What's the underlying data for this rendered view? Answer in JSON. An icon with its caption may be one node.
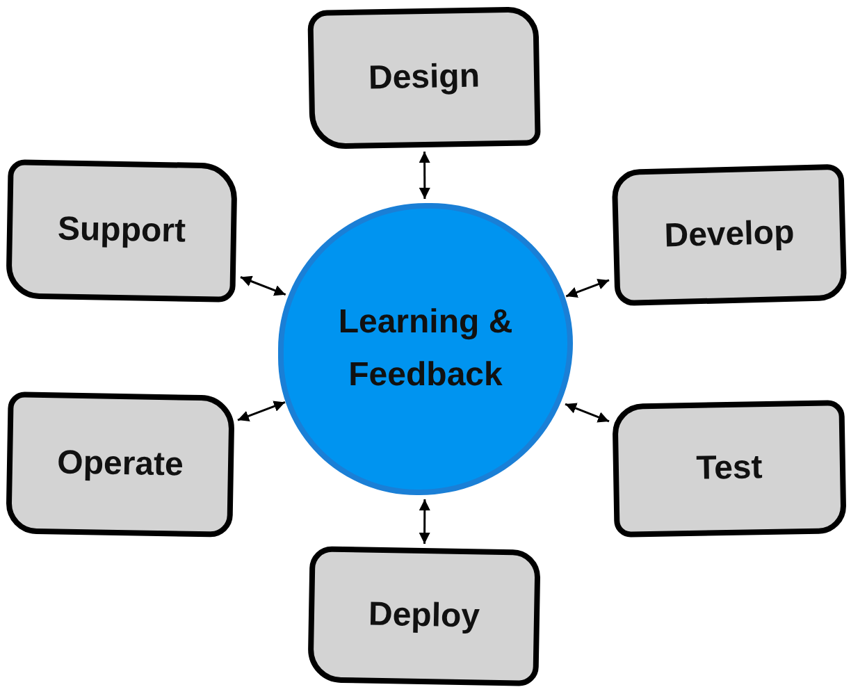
{
  "diagram": {
    "nodes": [
      {
        "text": [
          "Design"
        ]
      },
      {
        "text": [
          "Support"
        ]
      },
      {
        "text": [
          "Develop"
        ]
      },
      {
        "text": [
          "Learning & Feedback"
        ]
      },
      {
        "text": [
          "Operate"
        ]
      },
      {
        "text": [
          "Test"
        ]
      },
      {
        "text": [
          "Deploy"
        ]
      }
    ],
    "edges": [
      {
        "from": 3,
        "to": 0,
        "arrow": "both"
      },
      {
        "from": 3,
        "to": 1,
        "arrow": "both"
      },
      {
        "from": 3,
        "to": 2,
        "arrow": "both"
      },
      {
        "from": 3,
        "to": 4,
        "arrow": "both"
      },
      {
        "from": 3,
        "to": 5,
        "arrow": "both"
      },
      {
        "from": 3,
        "to": 6,
        "arrow": "both"
      }
    ]
  }
}
